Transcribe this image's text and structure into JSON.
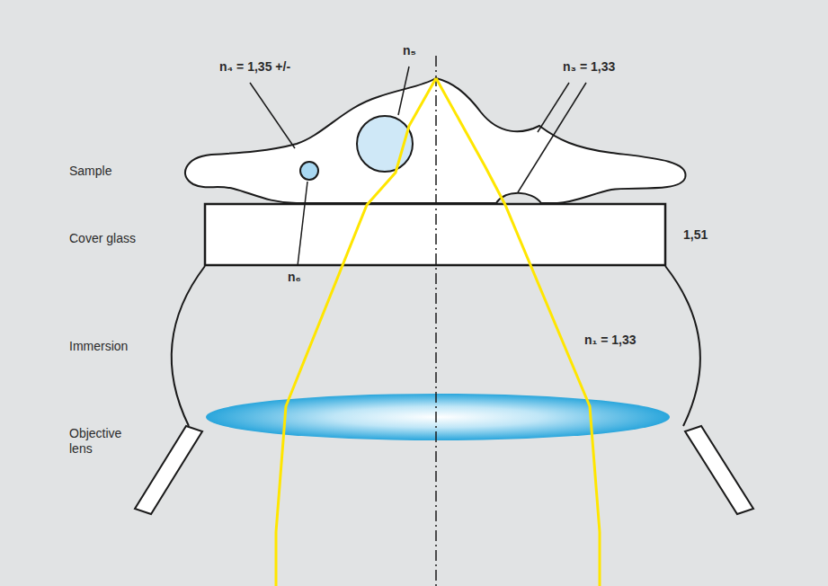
{
  "diagram": {
    "nodes": [
      {
        "text": [
          "n₁ = 1,33"
        ]
      }
    ],
    "labels": [
      "Sample",
      "Cover glass",
      "Immersion",
      "Objective lens",
      "n₄ = 1,35 +/-",
      "n₅",
      "n₃ = 1,33",
      "n₆",
      "1,51"
    ]
  }
}
